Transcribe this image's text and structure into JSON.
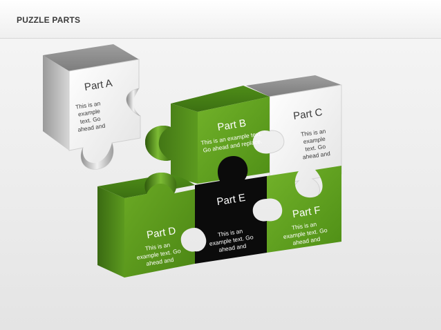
{
  "header": {
    "title": "PUZZLE PARTS"
  },
  "parts": [
    {
      "id": "a",
      "label": "Part A",
      "text": [
        "This is an",
        "example",
        "text. Go",
        "ahead and"
      ]
    },
    {
      "id": "b",
      "label": "Part B",
      "text": [
        "This is an example text.",
        "Go ahead and replace."
      ]
    },
    {
      "id": "c",
      "label": "Part C",
      "text": [
        "This is an",
        "example",
        "text. Go",
        "ahead and"
      ]
    },
    {
      "id": "d",
      "label": "Part D",
      "text": [
        "This is an",
        "example text. Go",
        "ahead and"
      ]
    },
    {
      "id": "e",
      "label": "Part E",
      "text": [
        "This is an",
        "example text. Go",
        "ahead and"
      ]
    },
    {
      "id": "f",
      "label": "Part F",
      "text": [
        "This is an",
        "example text. Go",
        "ahead and"
      ]
    }
  ],
  "colors": {
    "green_front": "#5fa11d",
    "green_light": "#74b52c",
    "green_dark": "#3f7314",
    "green_top": "#4e8a1a",
    "black_front": "#0a0a0a",
    "grey_front": "#f1f1f1",
    "grey_side": "#b5b5b5",
    "grey_top": "#8c8c8c"
  }
}
